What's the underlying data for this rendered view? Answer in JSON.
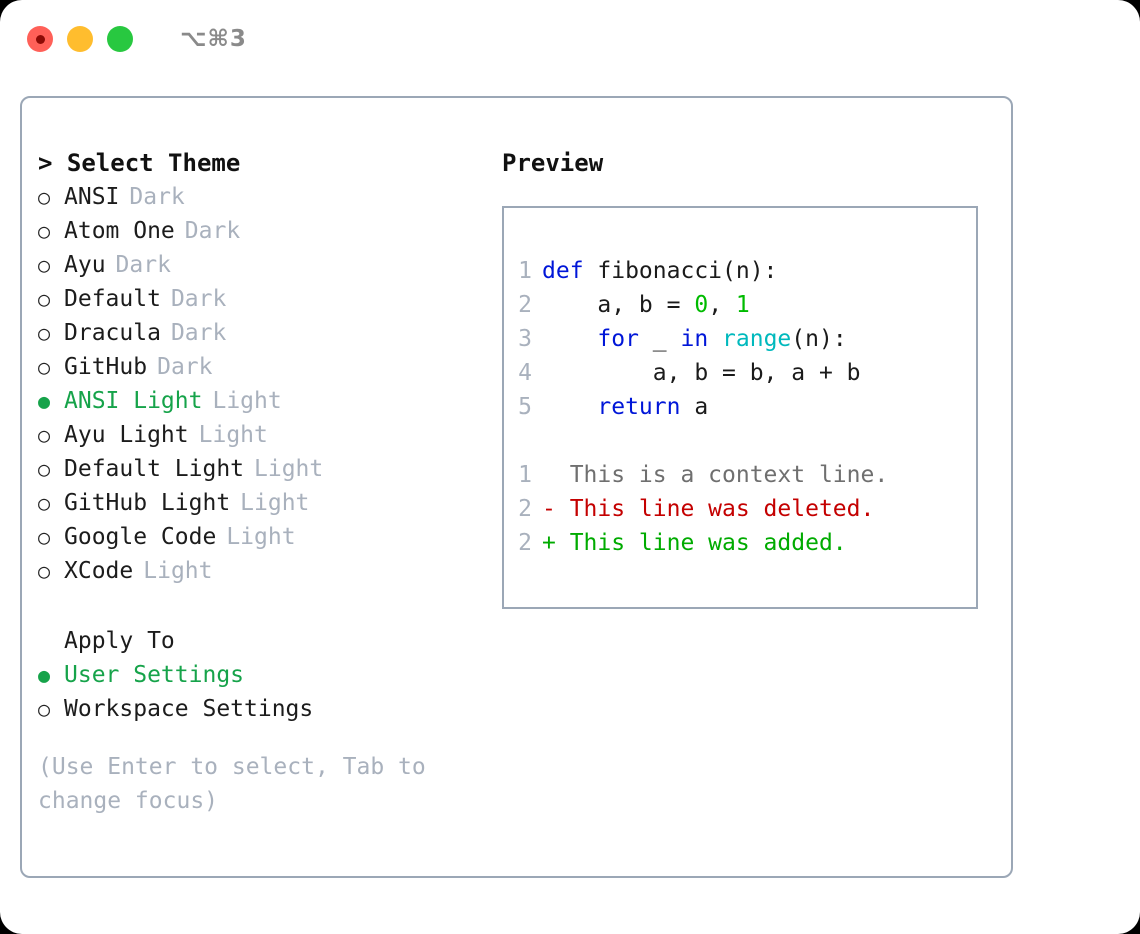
{
  "titlebar": {
    "shortcut": "⌥⌘3",
    "buttons": [
      {
        "name": "close",
        "color": "#ff6058"
      },
      {
        "name": "minimize",
        "color": "#ffbd2e"
      },
      {
        "name": "maximize",
        "color": "#28c840"
      }
    ]
  },
  "theme_panel": {
    "heading": "> Select Theme",
    "options": [
      {
        "label": "ANSI",
        "tag": "Dark",
        "selected": false,
        "bullet": "○"
      },
      {
        "label": "Atom One",
        "tag": "Dark",
        "selected": false,
        "bullet": "○"
      },
      {
        "label": "Ayu",
        "tag": "Dark",
        "selected": false,
        "bullet": "○"
      },
      {
        "label": "Default",
        "tag": "Dark",
        "selected": false,
        "bullet": "○"
      },
      {
        "label": "Dracula",
        "tag": "Dark",
        "selected": false,
        "bullet": "○"
      },
      {
        "label": "GitHub",
        "tag": "Dark",
        "selected": false,
        "bullet": "○"
      },
      {
        "label": "ANSI Light",
        "tag": "Light",
        "selected": true,
        "bullet": "●"
      },
      {
        "label": "Ayu Light",
        "tag": "Light",
        "selected": false,
        "bullet": "○"
      },
      {
        "label": "Default Light",
        "tag": "Light",
        "selected": false,
        "bullet": "○"
      },
      {
        "label": "GitHub Light",
        "tag": "Light",
        "selected": false,
        "bullet": "○"
      },
      {
        "label": "Google Code",
        "tag": "Light",
        "selected": false,
        "bullet": "○"
      },
      {
        "label": "XCode",
        "tag": "Light",
        "selected": false,
        "bullet": "○"
      }
    ],
    "apply_to_heading": "Apply To",
    "apply_to_options": [
      {
        "label": "User Settings",
        "selected": true,
        "bullet": "●"
      },
      {
        "label": "Workspace Settings",
        "selected": false,
        "bullet": "○"
      }
    ],
    "hint": "(Use Enter to select, Tab to change focus)"
  },
  "preview_panel": {
    "heading": "Preview",
    "code_lines": [
      {
        "n": "1",
        "tokens": [
          {
            "t": "def",
            "c": "kw"
          },
          {
            "t": " fibonacci(n):",
            "c": "pl"
          }
        ]
      },
      {
        "n": "2",
        "tokens": [
          {
            "t": "    a, b = ",
            "c": "pl"
          },
          {
            "t": "0",
            "c": "num"
          },
          {
            "t": ", ",
            "c": "pl"
          },
          {
            "t": "1",
            "c": "num"
          }
        ]
      },
      {
        "n": "3",
        "tokens": [
          {
            "t": "    ",
            "c": "pl"
          },
          {
            "t": "for",
            "c": "kw"
          },
          {
            "t": " _ ",
            "c": "pl"
          },
          {
            "t": "in",
            "c": "kw"
          },
          {
            "t": " ",
            "c": "pl"
          },
          {
            "t": "range",
            "c": "fn"
          },
          {
            "t": "(n):",
            "c": "pl"
          }
        ]
      },
      {
        "n": "4",
        "tokens": [
          {
            "t": "        a, b = b, a + b",
            "c": "pl"
          }
        ]
      },
      {
        "n": "5",
        "tokens": [
          {
            "t": "    ",
            "c": "pl"
          },
          {
            "t": "return",
            "c": "kw"
          },
          {
            "t": " a",
            "c": "pl"
          }
        ]
      }
    ],
    "diff_lines": [
      {
        "n": "1",
        "marker": " ",
        "text": "  This is a context line.",
        "kind": "ctx"
      },
      {
        "n": "2",
        "marker": "-",
        "text": "- This line was deleted.",
        "kind": "del"
      },
      {
        "n": "2",
        "marker": "+",
        "text": "+ This line was added.",
        "kind": "add"
      }
    ]
  },
  "colors": {
    "accent_green": "#16a34a",
    "muted": "#a9b1bd",
    "border": "#9ba7b6",
    "keyword": "#0016d8",
    "number": "#00bb00",
    "function": "#00b9bd",
    "diff_delete": "#c40000",
    "diff_add": "#00ab00",
    "diff_context": "#6f6f6f"
  }
}
